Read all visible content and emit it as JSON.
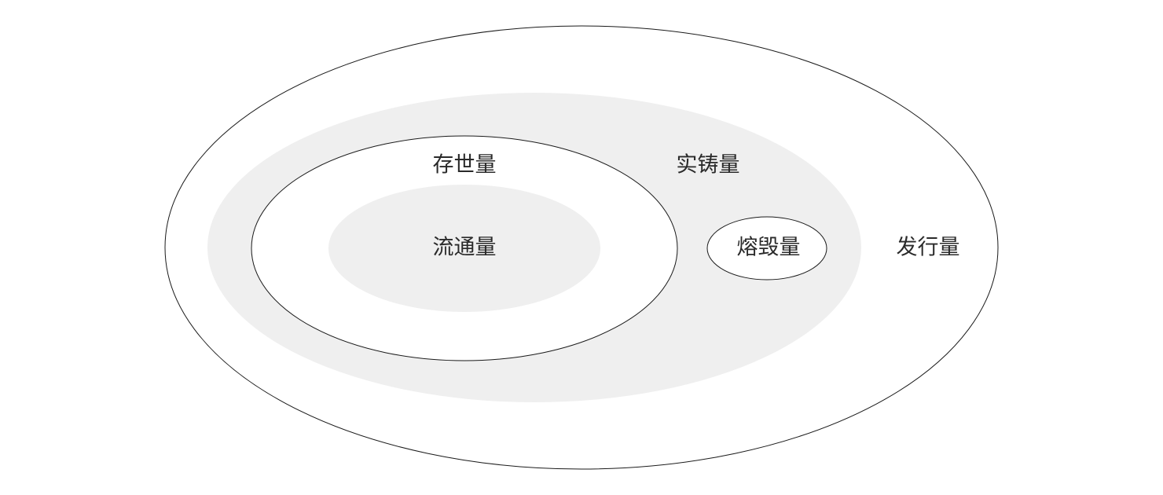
{
  "diagram": {
    "type": "nested-set",
    "colors": {
      "background": "#ffffff",
      "shaded_fill": "#efefef",
      "outline": "#1a1a1a",
      "text": "#2a2a2a"
    },
    "regions": {
      "issued": {
        "label": "发行量"
      },
      "minted": {
        "label": "实铸量"
      },
      "extant": {
        "label": "存世量"
      },
      "circulating": {
        "label": "流通量"
      },
      "melted": {
        "label": "熔毁量"
      }
    }
  }
}
